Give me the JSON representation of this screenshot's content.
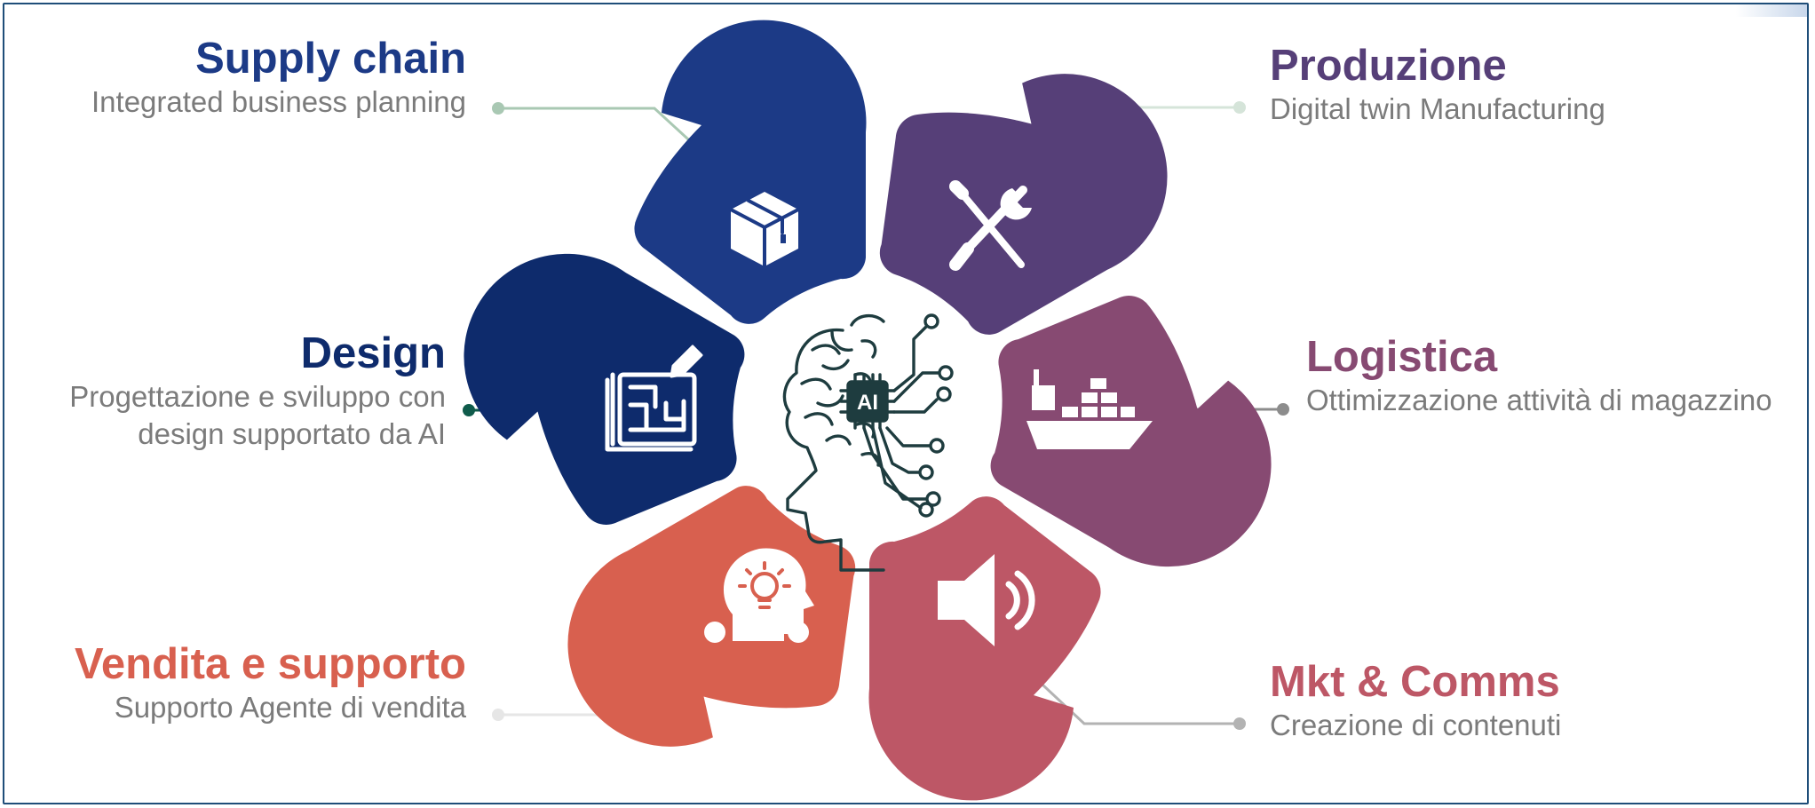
{
  "segments": [
    {
      "id": "supply",
      "title": "Supply chain",
      "desc": [
        "Integrated business planning"
      ],
      "color": "#1c3a86",
      "title_color": "#1c3a86",
      "leader_color": "#a9c8b3",
      "icon": "package-icon"
    },
    {
      "id": "produzione",
      "title": "Produzione",
      "desc": [
        "Digital twin Manufacturing"
      ],
      "color": "#563f78",
      "title_color": "#563f78",
      "leader_color": "#d5e4d9",
      "icon": "tools-icon"
    },
    {
      "id": "logistica",
      "title": "Logistica",
      "desc": [
        "Ottimizzazione attività di magazzino"
      ],
      "color": "#874a72",
      "title_color": "#874a72",
      "leader_color": "#8c8c8c",
      "icon": "cargo-ship-icon"
    },
    {
      "id": "mkt",
      "title": "Mkt & Comms",
      "desc": [
        "Creazione di contenuti"
      ],
      "color": "#bd5766",
      "title_color": "#bd5766",
      "leader_color": "#b3b3b3",
      "icon": "megaphone-icon"
    },
    {
      "id": "vendita",
      "title": "Vendita e supporto",
      "desc": [
        "Supporto Agente di vendita"
      ],
      "color": "#d8604f",
      "title_color": "#d8604f",
      "leader_color": "#e6e6e6",
      "icon": "idea-head-icon"
    },
    {
      "id": "design",
      "title": "Design",
      "desc": [
        "Progettazione e sviluppo con",
        "design supportato da AI"
      ],
      "color": "#0e2b6c",
      "title_color": "#0e2b6c",
      "leader_color": "#0f5b4b",
      "icon": "blueprint-icon"
    }
  ],
  "center": {
    "icon": "ai-brain-head-icon",
    "chip_text": "AI",
    "color": "#1e3c3f"
  }
}
